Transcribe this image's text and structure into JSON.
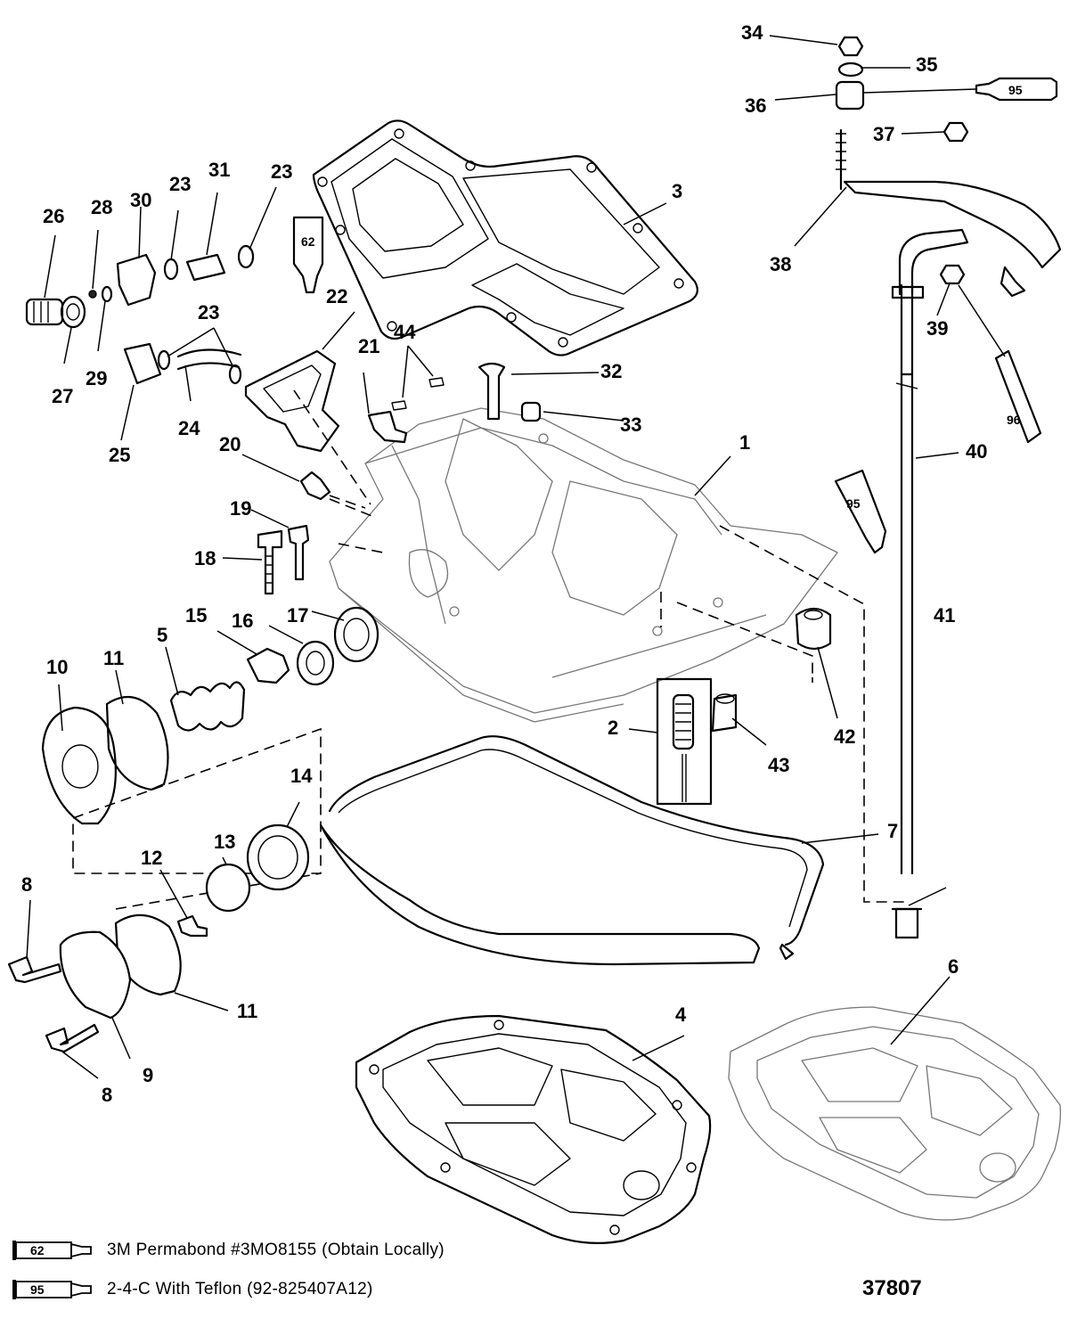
{
  "drawing_number": "37807",
  "legend": [
    {
      "code": "62",
      "text": "3M Permabond #3MO8155 (Obtain Locally)"
    },
    {
      "code": "95",
      "text": "2-4-C  With Teflon (92-825407A12)"
    }
  ],
  "sealant_tubes": [
    {
      "id": "tube-62",
      "code": "62"
    },
    {
      "id": "tube-95-top",
      "code": "95"
    },
    {
      "id": "tube-96",
      "code": "96"
    },
    {
      "id": "tube-95-mid",
      "code": "95"
    }
  ],
  "callouts": [
    {
      "num": "1"
    },
    {
      "num": "2"
    },
    {
      "num": "3"
    },
    {
      "num": "4"
    },
    {
      "num": "5"
    },
    {
      "num": "6"
    },
    {
      "num": "7"
    },
    {
      "num": "8"
    },
    {
      "num": "8"
    },
    {
      "num": "9"
    },
    {
      "num": "10"
    },
    {
      "num": "11"
    },
    {
      "num": "11"
    },
    {
      "num": "12"
    },
    {
      "num": "13"
    },
    {
      "num": "14"
    },
    {
      "num": "15"
    },
    {
      "num": "16"
    },
    {
      "num": "17"
    },
    {
      "num": "18"
    },
    {
      "num": "19"
    },
    {
      "num": "20"
    },
    {
      "num": "21"
    },
    {
      "num": "22"
    },
    {
      "num": "23"
    },
    {
      "num": "23"
    },
    {
      "num": "23"
    },
    {
      "num": "24"
    },
    {
      "num": "25"
    },
    {
      "num": "26"
    },
    {
      "num": "27"
    },
    {
      "num": "28"
    },
    {
      "num": "29"
    },
    {
      "num": "30"
    },
    {
      "num": "31"
    },
    {
      "num": "32"
    },
    {
      "num": "33"
    },
    {
      "num": "34"
    },
    {
      "num": "35"
    },
    {
      "num": "36"
    },
    {
      "num": "37"
    },
    {
      "num": "38"
    },
    {
      "num": "39"
    },
    {
      "num": "40"
    },
    {
      "num": "41"
    },
    {
      "num": "42"
    },
    {
      "num": "43"
    },
    {
      "num": "44"
    }
  ]
}
